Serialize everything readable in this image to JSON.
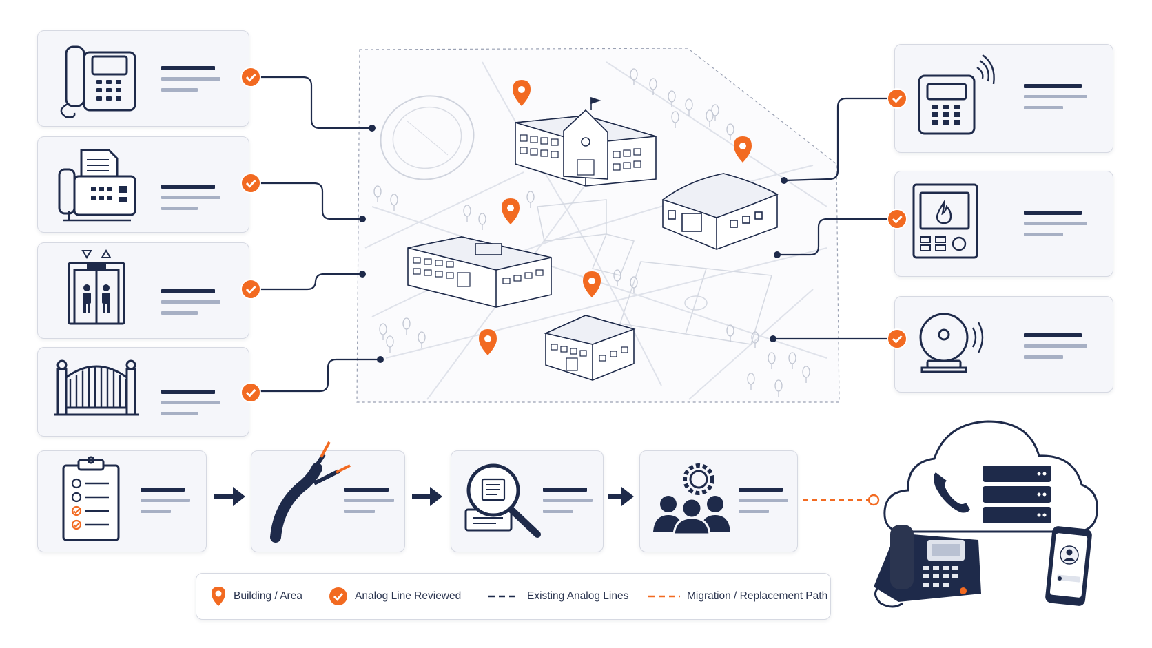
{
  "colors": {
    "navy": "#1e2a4a",
    "orange": "#f26a21",
    "line_gray": "#c9cdd8",
    "card_bg": "#f5f6fa",
    "label_light": "#a7b0c4"
  },
  "left_devices": [
    {
      "icon": "desk-phone-icon"
    },
    {
      "icon": "fax-machine-icon"
    },
    {
      "icon": "elevator-icon"
    },
    {
      "icon": "gate-icon"
    }
  ],
  "right_devices": [
    {
      "icon": "emergency-call-box-icon"
    },
    {
      "icon": "fire-alarm-panel-icon"
    },
    {
      "icon": "alarm-bell-icon"
    }
  ],
  "process_steps": [
    {
      "icon": "checklist-clipboard-icon"
    },
    {
      "icon": "copper-cable-icon"
    },
    {
      "icon": "magnifier-document-icon"
    },
    {
      "icon": "team-settings-icon"
    }
  ],
  "destination": {
    "icons": [
      "cloud-icon",
      "phone-handset-icon",
      "server-stack-icon",
      "ip-desk-phone-icon",
      "smartphone-icon"
    ]
  },
  "legend": {
    "building": "Building / Area",
    "reviewed": "Analog Line Reviewed",
    "existing": "Existing Analog Lines",
    "migration": "Migration / Replacement Path"
  }
}
